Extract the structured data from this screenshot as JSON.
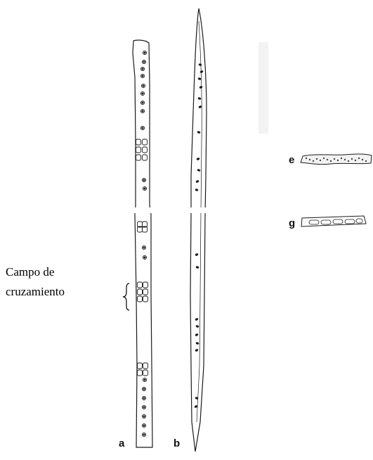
{
  "annotation": {
    "line1": "Campo de",
    "line2": "cruzamiento"
  },
  "panel_labels": {
    "a": "a",
    "b": "b",
    "e": "e",
    "g": "g"
  },
  "colors": {
    "stroke": "#1a1a1a",
    "paper": "#ffffff",
    "shade": "#cfcfcf"
  }
}
